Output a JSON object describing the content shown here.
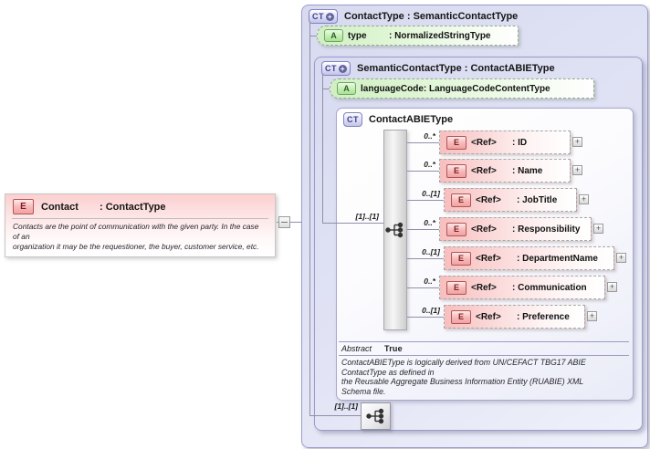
{
  "contact": {
    "icon": "E",
    "name": "Contact",
    "type": ": ContactType",
    "description": "Contacts are the point of communication with the given party. In the case\nof an\norganization it may be the requestioner, the buyer, customer service, etc."
  },
  "outer": {
    "icon": "CT",
    "title": "ContactType : SemanticContactType",
    "model_cardinality": "[1]..[1]"
  },
  "type_attr": {
    "icon": "A",
    "name": "type",
    "type": ": NormalizedStringType"
  },
  "semantic": {
    "icon": "CT",
    "title": "SemanticContactType : ContactABIEType"
  },
  "language_attr": {
    "icon": "A",
    "name": "languageCode",
    "type": ": LanguageCodeContentType"
  },
  "abie": {
    "icon": "CT",
    "title": "ContactABIEType",
    "model_cardinality": "[1]..[1]",
    "abstract_label": "Abstract",
    "abstract_value": "True",
    "description": "ContactABIEType is logically derived from UN/CEFACT TBG17 ABIE\nContactType as defined in\nthe Reusable Aggregate Business Information Entity (RUABIE) XML\nSchema file."
  },
  "elements": [
    {
      "cardinality": "0..*",
      "name": "<Ref>",
      "type": ": ID"
    },
    {
      "cardinality": "0..*",
      "name": "<Ref>",
      "type": ": Name"
    },
    {
      "cardinality": "0..[1]",
      "name": "<Ref>",
      "type": ": JobTitle"
    },
    {
      "cardinality": "0..*",
      "name": "<Ref>",
      "type": ": Responsibility"
    },
    {
      "cardinality": "0..[1]",
      "name": "<Ref>",
      "type": ": DepartmentName"
    },
    {
      "cardinality": "0..*",
      "name": "<Ref>",
      "type": ": Communication"
    },
    {
      "cardinality": "0..[1]",
      "name": "<Ref>",
      "type": ": Preference"
    }
  ],
  "icons": {
    "element": "E",
    "attribute": "A",
    "complex_type": "CT",
    "plus": "+"
  },
  "colors": {
    "container_fill": "#dcddf2",
    "container_border": "#9b9cc9",
    "inner_fill": "#ffffff",
    "element_box_pink": "#f8bebe",
    "attribute_box_green": "#cff0c2",
    "element_icon_red": "#b05555",
    "attribute_icon_green": "#6fa368",
    "type_icon_purple": "#8182c2",
    "connector_gray": "#8f90a8"
  }
}
